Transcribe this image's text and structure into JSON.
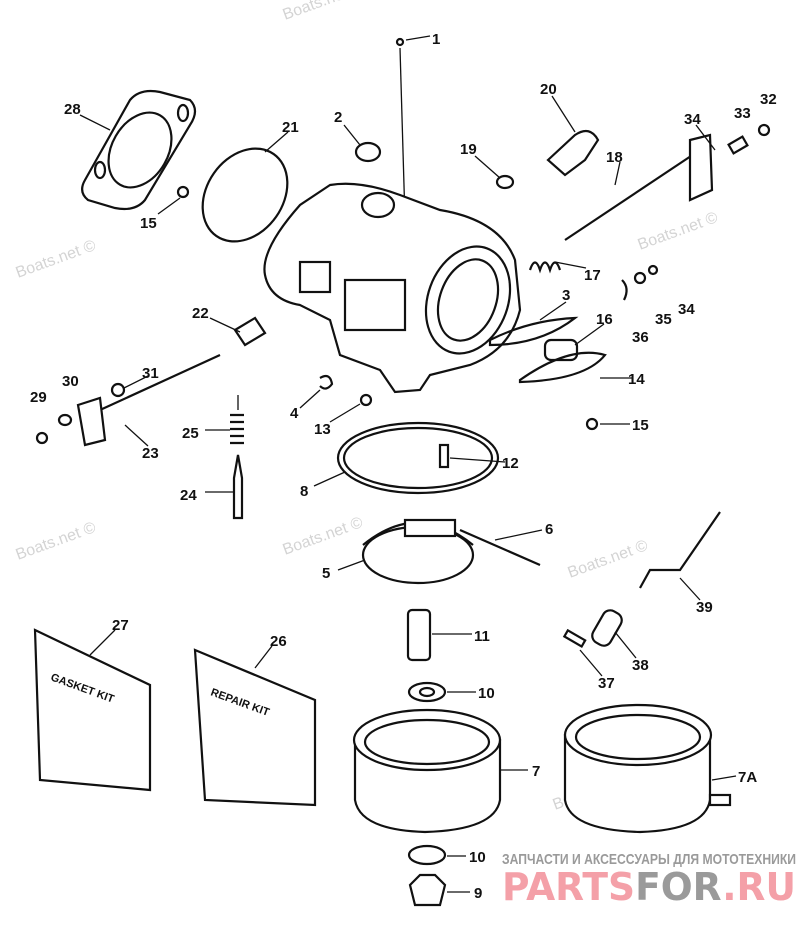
{
  "watermark": "Boats.net ©",
  "callouts": [
    {
      "id": "1",
      "label": "1"
    },
    {
      "id": "2",
      "label": "2"
    },
    {
      "id": "3",
      "label": "3"
    },
    {
      "id": "4",
      "label": "4"
    },
    {
      "id": "5",
      "label": "5"
    },
    {
      "id": "6",
      "label": "6"
    },
    {
      "id": "7",
      "label": "7"
    },
    {
      "id": "7A",
      "label": "7A"
    },
    {
      "id": "8",
      "label": "8"
    },
    {
      "id": "9",
      "label": "9"
    },
    {
      "id": "10a",
      "label": "10"
    },
    {
      "id": "10b",
      "label": "10"
    },
    {
      "id": "11",
      "label": "11"
    },
    {
      "id": "12",
      "label": "12"
    },
    {
      "id": "13",
      "label": "13"
    },
    {
      "id": "14",
      "label": "14"
    },
    {
      "id": "15a",
      "label": "15"
    },
    {
      "id": "15b",
      "label": "15"
    },
    {
      "id": "16",
      "label": "16"
    },
    {
      "id": "17",
      "label": "17"
    },
    {
      "id": "18",
      "label": "18"
    },
    {
      "id": "19",
      "label": "19"
    },
    {
      "id": "20",
      "label": "20"
    },
    {
      "id": "21",
      "label": "21"
    },
    {
      "id": "22",
      "label": "22"
    },
    {
      "id": "23",
      "label": "23"
    },
    {
      "id": "24",
      "label": "24"
    },
    {
      "id": "25",
      "label": "25"
    },
    {
      "id": "26",
      "label": "26"
    },
    {
      "id": "27",
      "label": "27"
    },
    {
      "id": "28",
      "label": "28"
    },
    {
      "id": "29",
      "label": "29"
    },
    {
      "id": "30",
      "label": "30"
    },
    {
      "id": "31",
      "label": "31"
    },
    {
      "id": "32",
      "label": "32"
    },
    {
      "id": "33",
      "label": "33"
    },
    {
      "id": "34a",
      "label": "34"
    },
    {
      "id": "34b",
      "label": "34"
    },
    {
      "id": "35",
      "label": "35"
    },
    {
      "id": "36",
      "label": "36"
    },
    {
      "id": "37",
      "label": "37"
    },
    {
      "id": "38",
      "label": "38"
    },
    {
      "id": "39",
      "label": "39"
    }
  ],
  "kits": {
    "gasket": "GASKET KIT",
    "repair": "REPAIR KIT"
  },
  "branding": {
    "tagline": "ЗАПЧАСТИ И АКСЕССУАРЫ ДЛЯ МОТОТЕХНИКИ",
    "logo_part1": "PARTS",
    "logo_part2": "FOR",
    "logo_part3": ".RU",
    "colors": {
      "pink": "#f4a0a8",
      "gray": "#9a9a9a"
    }
  }
}
